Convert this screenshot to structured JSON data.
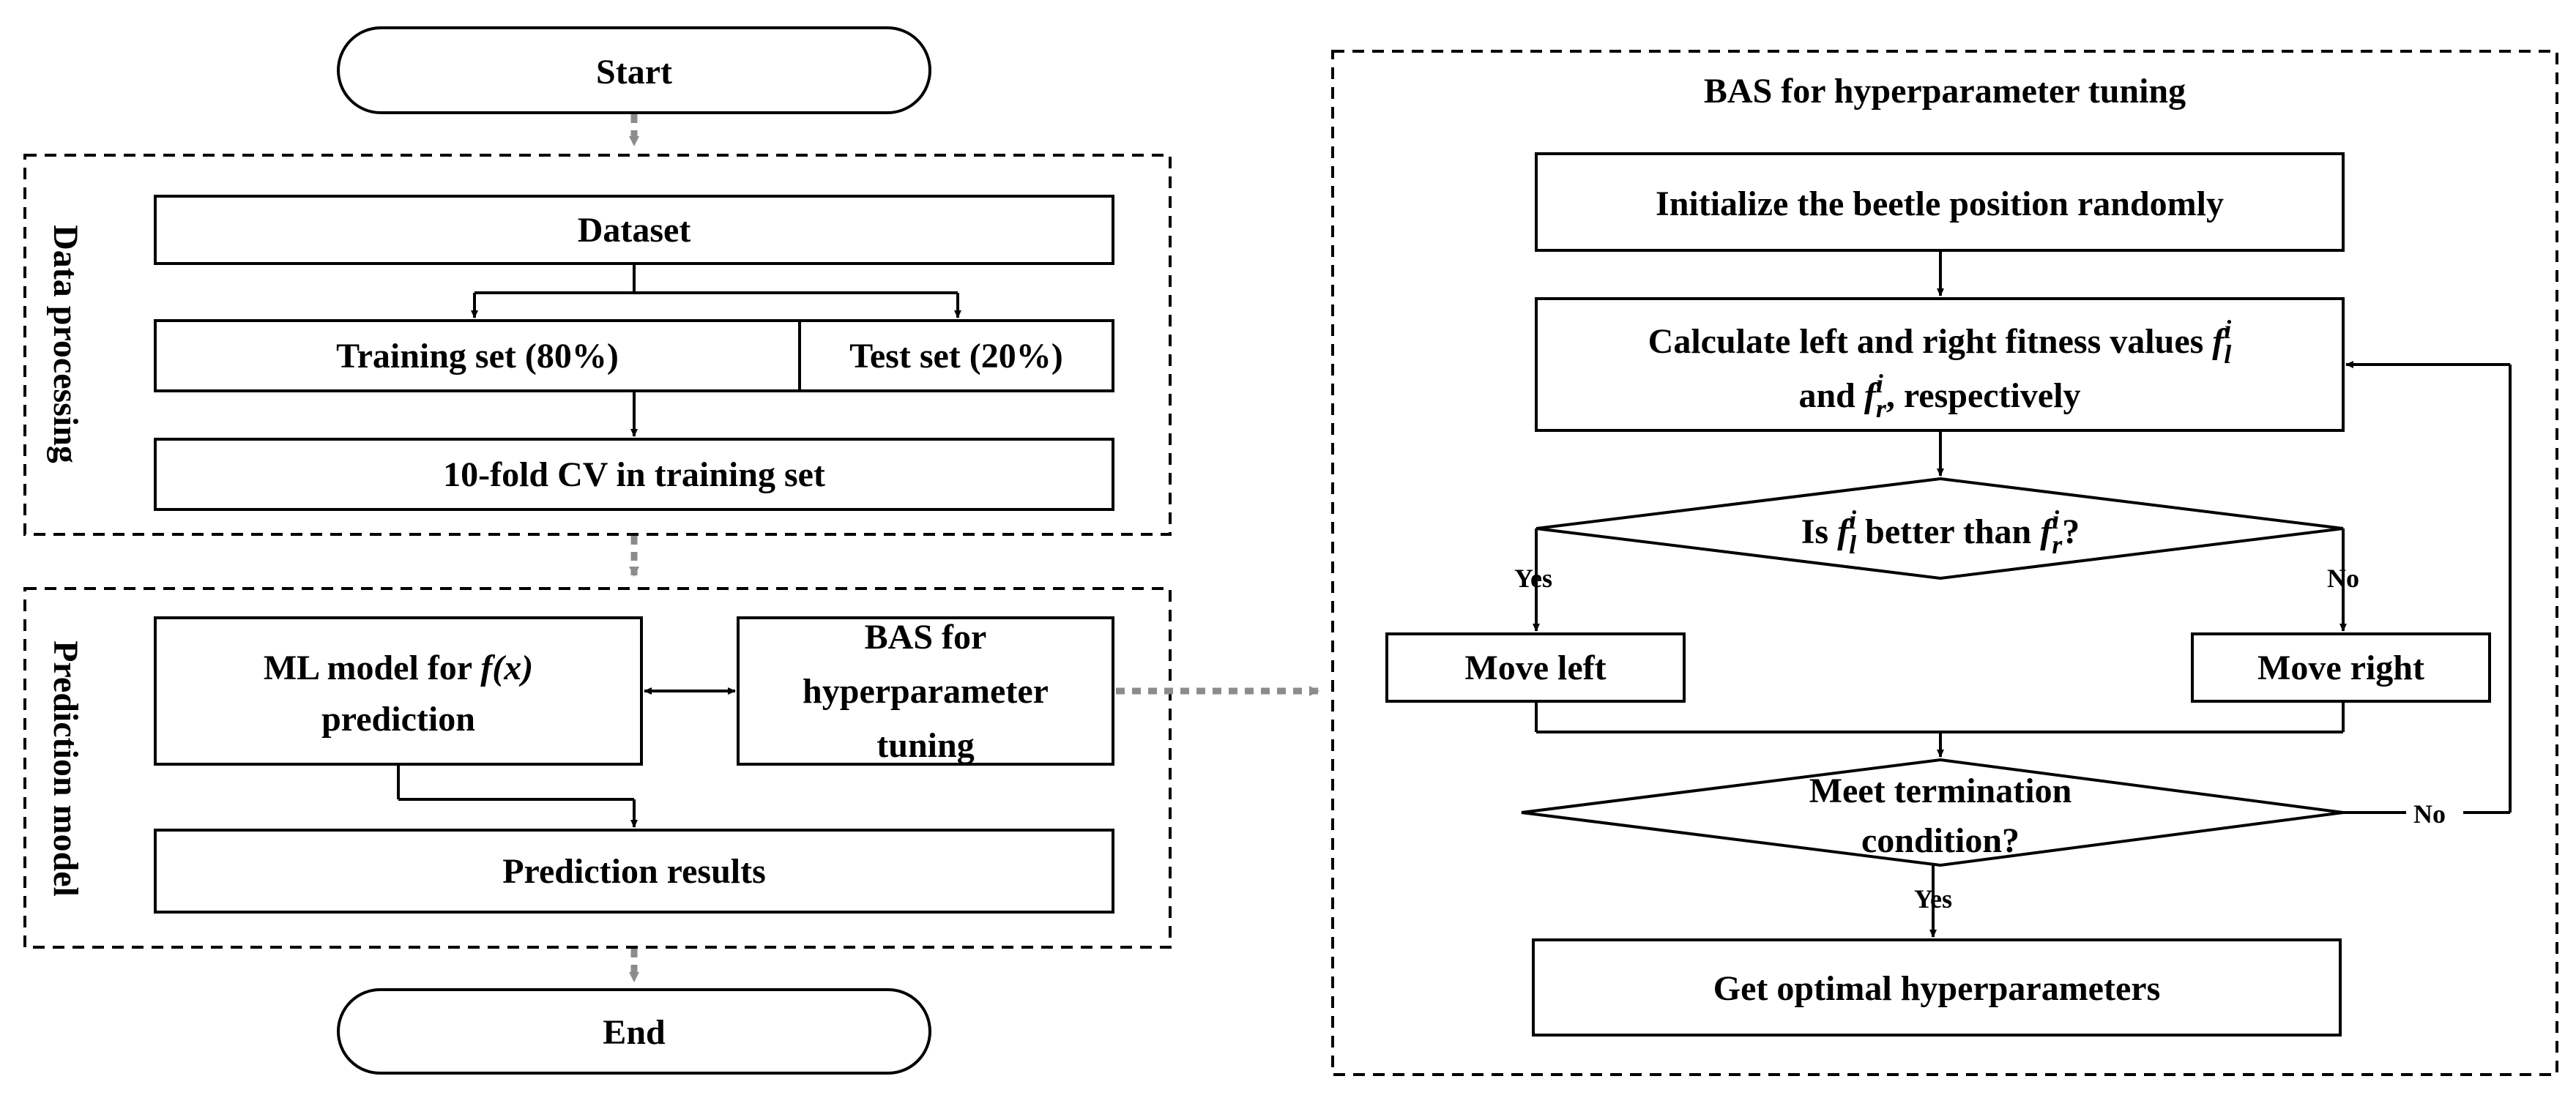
{
  "nodes": {
    "start": "Start",
    "end": "End",
    "dataset": "Dataset",
    "training_set": "Training set (80%)",
    "test_set": "Test set (20%)",
    "cv": "10-fold CV in training set",
    "ml_model_line1": "ML model for",
    "ml_model_fx": "f(x)",
    "ml_model_line2": "prediction",
    "bas_small_line1": "BAS for",
    "bas_small_line2": "hyperparameter",
    "bas_small_line3": "tuning",
    "prediction_results": "Prediction results"
  },
  "groups": {
    "data_processing": "Data processing",
    "prediction_model": "Prediction model",
    "bas_panel": "BAS for hyperparameter tuning"
  },
  "bas": {
    "init": "Initialize the beetle position randomly",
    "calc_line1": "Calculate left and right fitness values",
    "calc_line2_prefix": "and",
    "calc_line2_suffix": ", respectively",
    "decision_prefix": "Is",
    "decision_middle": "better than",
    "decision_suffix": "?",
    "math_f": "f",
    "math_sup": "i",
    "math_sub_left": "l",
    "math_sub_right": "r",
    "yes": "Yes",
    "no": "No",
    "move_left": "Move left",
    "move_right": "Move right",
    "termination_line1": "Meet termination",
    "termination_line2": "condition?",
    "termination_no": "No",
    "termination_yes": "Yes",
    "get_optimal": "Get optimal hyperparameters"
  }
}
